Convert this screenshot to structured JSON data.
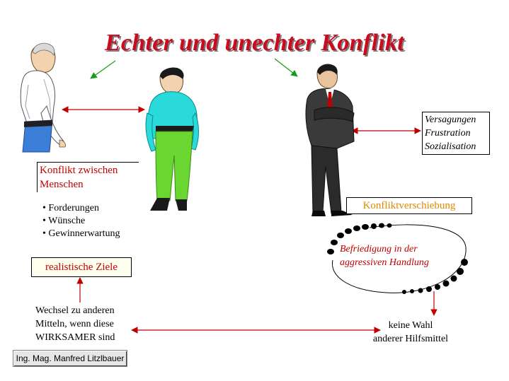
{
  "title": "Echter und unechter Konflikt",
  "konflikt_box": {
    "line1": "Konflikt zwischen",
    "line2": "Menschen"
  },
  "bullets": [
    "Forderungen",
    "Wünsche",
    "Gewinnerwartung"
  ],
  "realistic_goals": "realistische Ziele",
  "versagungen": [
    "Versagungen",
    "Frustration",
    "Sozialisation"
  ],
  "konfliktverschiebung": "Konfliktverschiebung",
  "befriedigung": {
    "line1": "Befriedigung in der",
    "line2": "aggressiven Handlung"
  },
  "wechsel": {
    "line1": "Wechsel zu anderen",
    "line2": "Mitteln, wenn diese",
    "line3": "WIRKSAMER sind"
  },
  "keine_wahl": {
    "line1": "keine Wahl",
    "line2": "anderer Hilfsmittel"
  },
  "credit": "Ing. Mag. Manfred Litzlbauer",
  "colors": {
    "title": "#cc0a1e",
    "arrow": "#c00000",
    "green_arrow": "#1a9a1a",
    "accent_orange": "#e08a00"
  },
  "icons": [
    "man-white-shirt-figure",
    "man-cyan-shirt-figure",
    "man-dark-suit-figure"
  ]
}
